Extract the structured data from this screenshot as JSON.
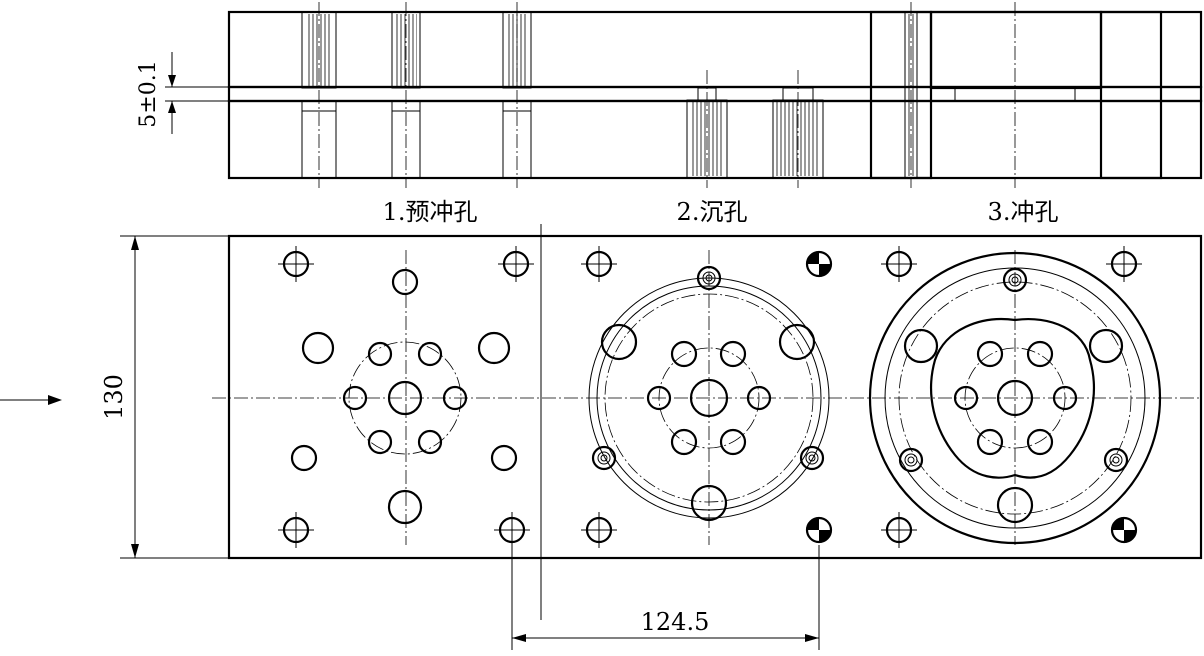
{
  "title": "",
  "stations": [
    {
      "label": "1.预冲孔"
    },
    {
      "label": "2.沉孔"
    },
    {
      "label": "3.冲孔"
    }
  ],
  "dimensions": {
    "strip_thickness": "5±0.1",
    "strip_width": "130",
    "pitch": "124.5"
  },
  "feed_arrow": "feed-direction"
}
